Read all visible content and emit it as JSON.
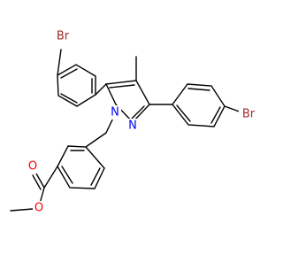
{
  "labels": {
    "br_top": "Br",
    "br_right": "Br",
    "n1": "N",
    "n2": "N",
    "o_carbonyl": "O",
    "o_ester": "O"
  },
  "colors": {
    "bond": "#000000",
    "bromine": "#a52a2a",
    "nitrogen": "#0000ff",
    "oxygen": "#ff0000"
  }
}
